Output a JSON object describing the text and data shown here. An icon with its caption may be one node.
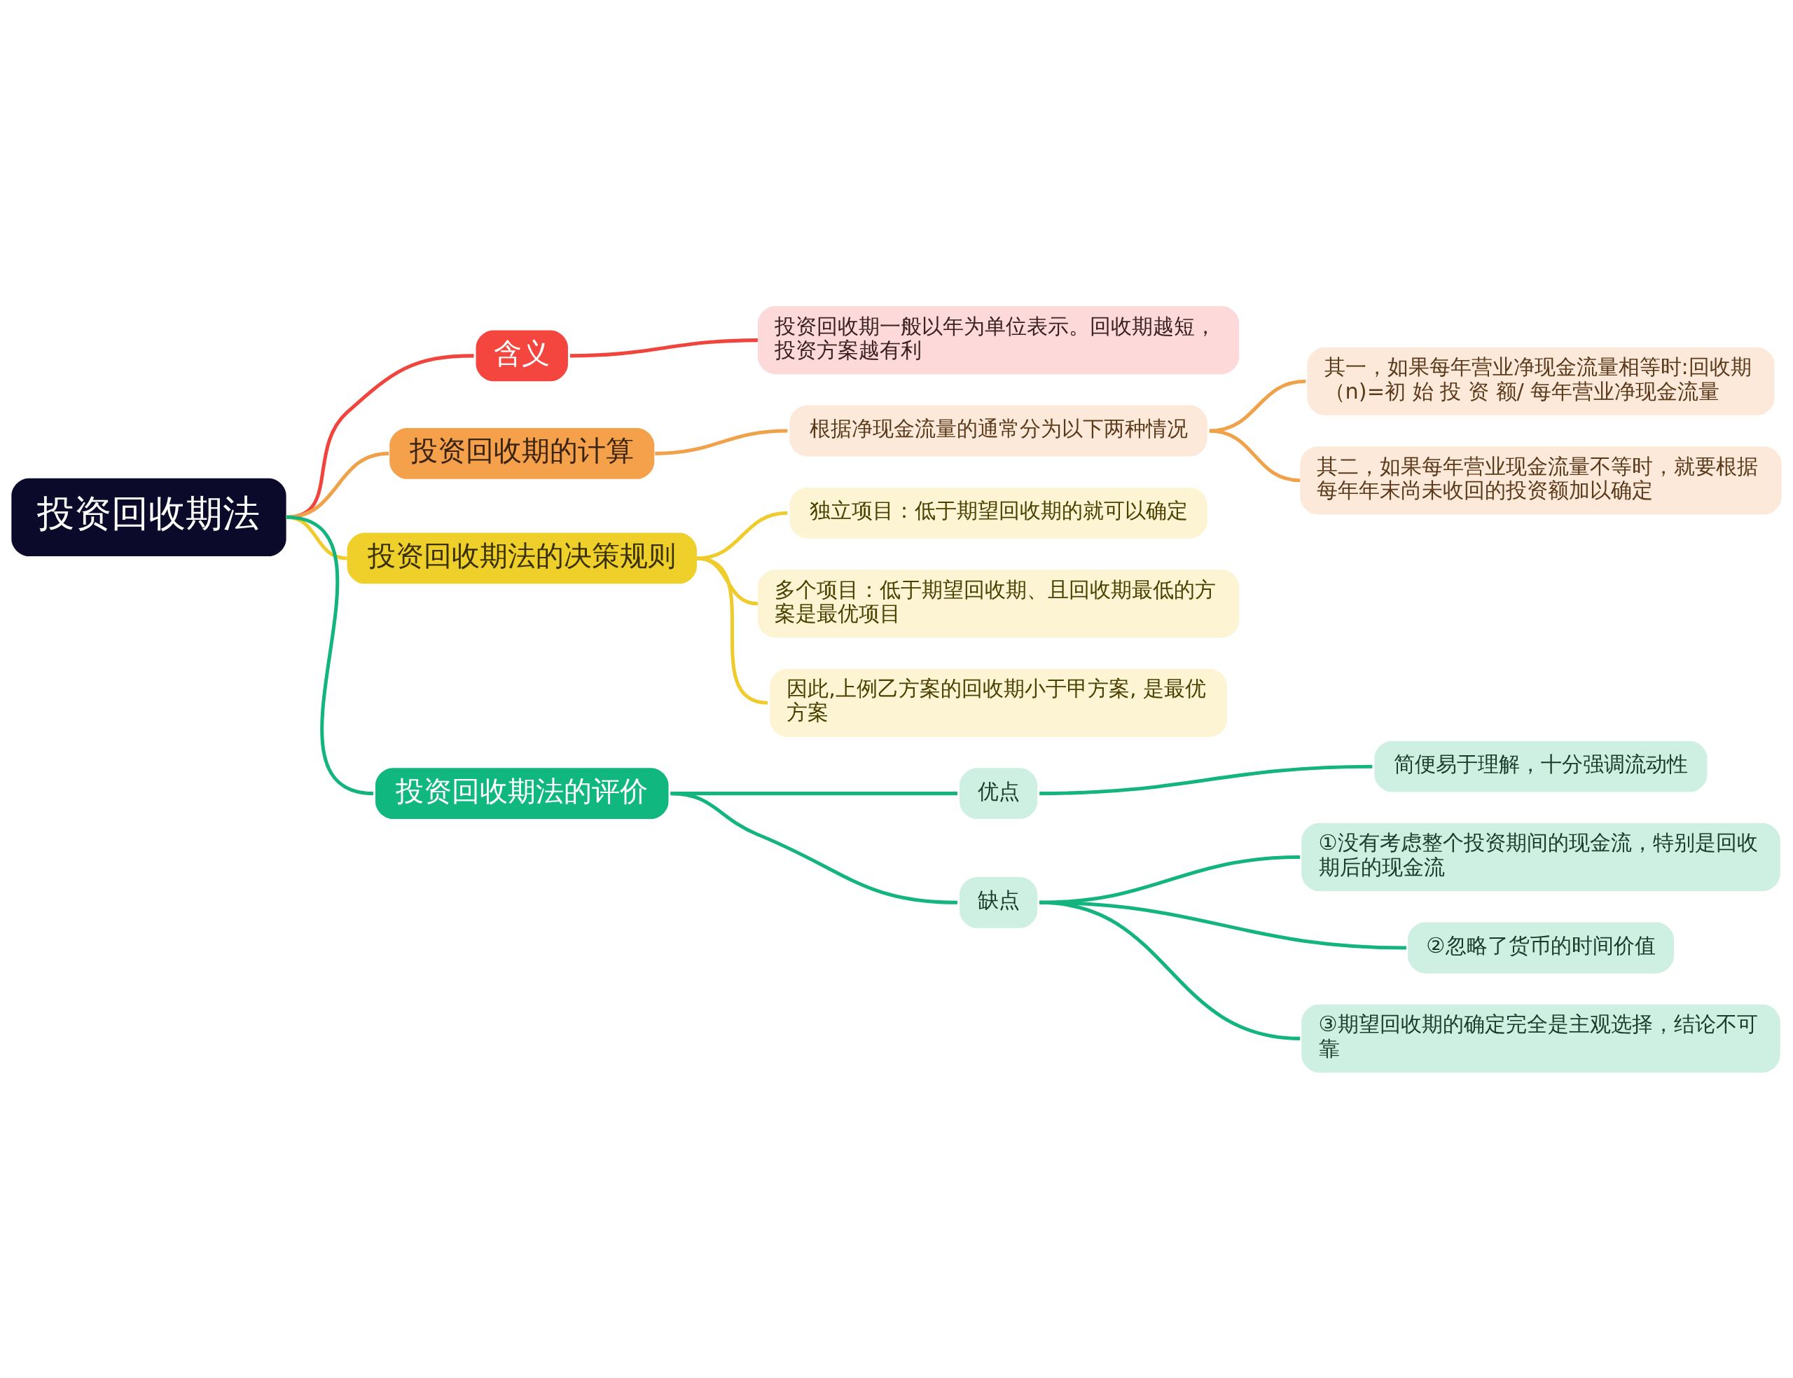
{
  "diagram": {
    "nodes": [
      {
        "text": [
          "投资回收期法"
        ]
      },
      {
        "text": [
          "含义"
        ]
      },
      {
        "text": [
          "投资回收期一般以年为单位表示。回收期越短，投资方案越有利"
        ]
      },
      {
        "text": [
          "投资回收期的计算"
        ]
      },
      {
        "text": [
          "根据净现金流量的通常分为以下两种情况"
        ]
      },
      {
        "text": [
          "其一，如果每年营业净现金流量相等时:回收期（n)=初 始 投 资 额/ 每年营业净现金流量"
        ]
      },
      {
        "text": [
          "其二，如果每年营业现金流量不等时，就要根据每年年末尚未收回的投资额加以确定"
        ]
      },
      {
        "text": [
          "投资回收期法的决策规则"
        ]
      },
      {
        "text": [
          "独立项目：低于期望回收期的就可以确定"
        ]
      },
      {
        "text": [
          "多个项目：低于期望回收期、且回收期最低的方案是最优项目"
        ]
      },
      {
        "text": [
          "因此,上例乙方案的回收期小于甲方案, 是最优方案"
        ]
      },
      {
        "text": [
          "投资回收期法的评价"
        ]
      },
      {
        "text": [
          "优点"
        ]
      },
      {
        "text": [
          "简便易于理解，十分强调流动性"
        ]
      },
      {
        "text": [
          "缺点"
        ]
      },
      {
        "text": [
          "①没有考虑整个投资期间的现金流，特别是回收期后的现金流"
        ]
      },
      {
        "text": [
          "②忽略了货币的时间价值"
        ]
      },
      {
        "text": [
          "③期望回收期的确定完全是主观选择，结论不可靠"
        ]
      }
    ],
    "edges": [
      {
        "from": 0,
        "to": 1,
        "arrow": "none",
        "color": "#f0443c"
      },
      {
        "from": 1,
        "to": 2,
        "arrow": "none",
        "color": "#f0443c"
      },
      {
        "from": 0,
        "to": 3,
        "arrow": "none",
        "color": "#f0a24b"
      },
      {
        "from": 3,
        "to": 4,
        "arrow": "none",
        "color": "#f0a24b"
      },
      {
        "from": 4,
        "to": 5,
        "arrow": "none",
        "color": "#f0a24b"
      },
      {
        "from": 4,
        "to": 6,
        "arrow": "none",
        "color": "#f0a24b"
      },
      {
        "from": 0,
        "to": 7,
        "arrow": "none",
        "color": "#efcc2b"
      },
      {
        "from": 7,
        "to": 8,
        "arrow": "none",
        "color": "#efcc2b"
      },
      {
        "from": 7,
        "to": 9,
        "arrow": "none",
        "color": "#efcc2b"
      },
      {
        "from": 7,
        "to": 10,
        "arrow": "none",
        "color": "#efcc2b"
      },
      {
        "from": 0,
        "to": 11,
        "arrow": "none"
      },
      {
        "from": 11,
        "to": 12,
        "arrow": "none"
      },
      {
        "from": 12,
        "to": 13,
        "arrow": "none"
      },
      {
        "from": 11,
        "to": 14,
        "arrow": "none"
      },
      {
        "from": 14,
        "to": 15,
        "arrow": "none"
      },
      {
        "from": 14,
        "to": 16,
        "arrow": "none"
      },
      {
        "from": 14,
        "to": 17,
        "arrow": "none"
      }
    ]
  }
}
